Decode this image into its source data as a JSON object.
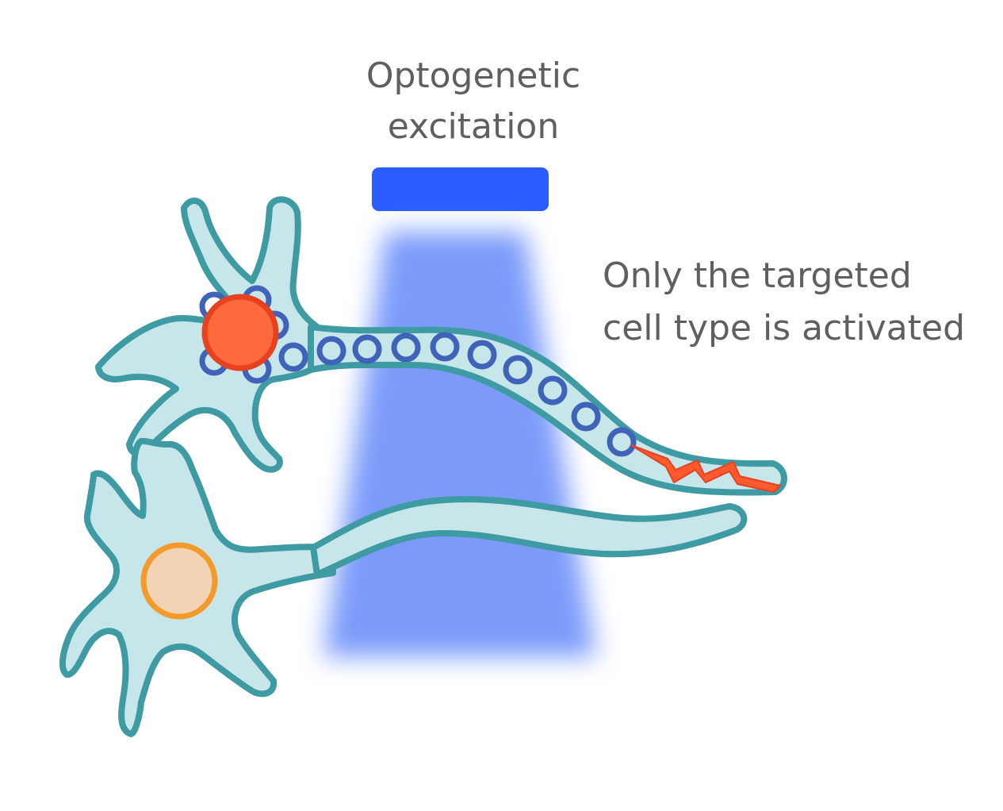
{
  "labels": {
    "title_line1": "Optogenetic",
    "title_line2": "excitation",
    "note_line1": "Only the targeted",
    "note_line2": "cell type is activated"
  },
  "colors": {
    "light_source": "#2b5cff",
    "light_beam": "#7b9bf9",
    "cell_fill": "#c7e6ea",
    "cell_outline": "#3e9aa3",
    "active_nucleus_fill": "#ff6a3d",
    "active_nucleus_outline": "#e8411f",
    "inactive_nucleus_fill": "#f3d3b5",
    "inactive_nucleus_outline": "#f39a2b",
    "channel_ring": "#3f63b8",
    "spike": "#ff5a2e",
    "text": "#5f5f5f"
  },
  "icons": {
    "light_source": "blue-light-bar",
    "spike": "lightning-bolt"
  }
}
